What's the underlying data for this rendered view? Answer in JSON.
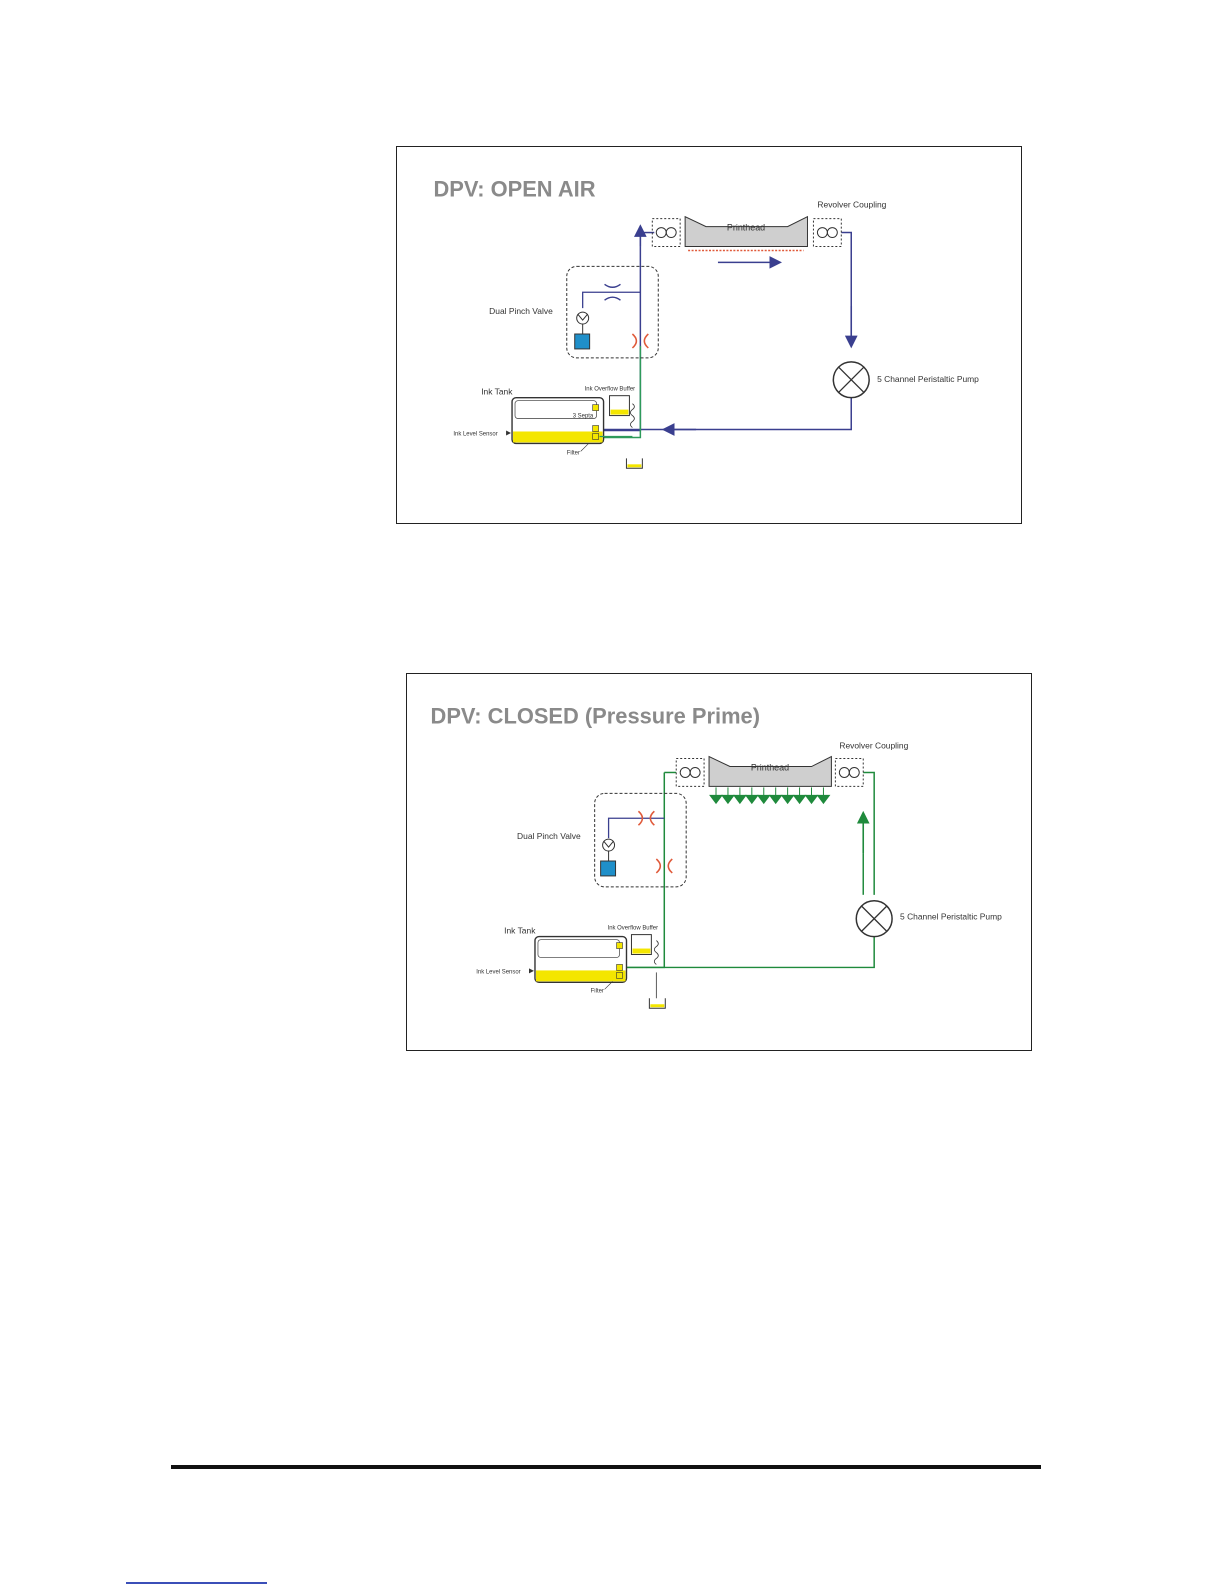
{
  "figures": [
    {
      "title": "DPV: OPEN AIR",
      "labels": {
        "revolver_coupling": "Revolver  Coupling",
        "printhead": "Printhead",
        "dual_pinch_valve": "Dual Pinch Valve",
        "pump": "5 Channel Peristaltic Pump",
        "ink_tank": "Ink Tank",
        "overflow_buffer": "Ink Overflow Buffer",
        "septa": "3 Septa",
        "ink_level_sensor": "Ink Level Sensor",
        "filter": "Filter"
      },
      "colors": {
        "flow": "#3a3f8f",
        "closed_valve": "#e05a3a",
        "ink": "#f4e600",
        "idle_line": "#2e9a5a"
      }
    },
    {
      "title": "DPV: CLOSED (Pressure Prime)",
      "labels": {
        "revolver_coupling": "Revolver  Coupling",
        "printhead": "Printhead",
        "dual_pinch_valve": "Dual Pinch Valve",
        "pump": "5 Channel Peristaltic Pump",
        "ink_tank": "Ink Tank",
        "overflow_buffer": "Ink Overflow Buffer",
        "ink_level_sensor": "Ink Level Sensor",
        "filter": "Filter"
      },
      "colors": {
        "flow": "#1f8a3c",
        "closed_valve": "#e05a3a",
        "ink": "#f4e600",
        "valve_line": "#3a3f8f"
      }
    }
  ]
}
